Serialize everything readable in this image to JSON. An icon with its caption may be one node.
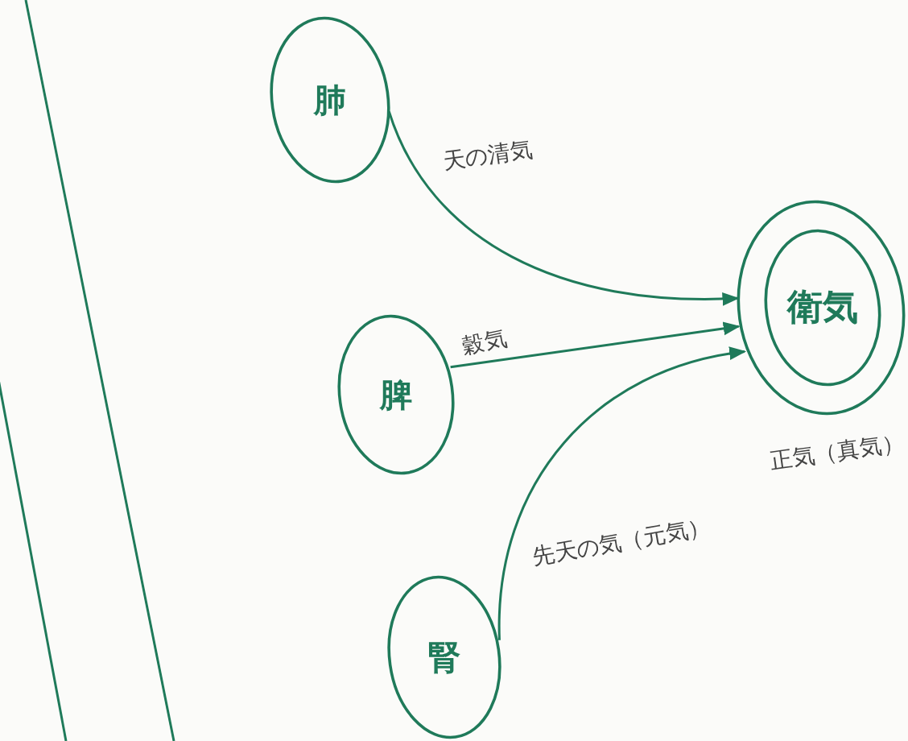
{
  "diagram": {
    "nodes": [
      {
        "text": [
          "肺"
        ]
      },
      {
        "text": [
          "脾"
        ]
      },
      {
        "text": [
          "腎"
        ]
      },
      {
        "text": [
          "正気（真気）"
        ]
      },
      {
        "text": [
          "衛気"
        ],
        "in": 3
      }
    ],
    "edges": [
      {
        "from": 0,
        "to": 3,
        "arrow": "to",
        "label": "天の清気"
      },
      {
        "from": 1,
        "to": 3,
        "arrow": "to",
        "label": "穀気"
      },
      {
        "from": 2,
        "to": 3,
        "arrow": "to",
        "label": "先天の気（元気）"
      }
    ]
  }
}
